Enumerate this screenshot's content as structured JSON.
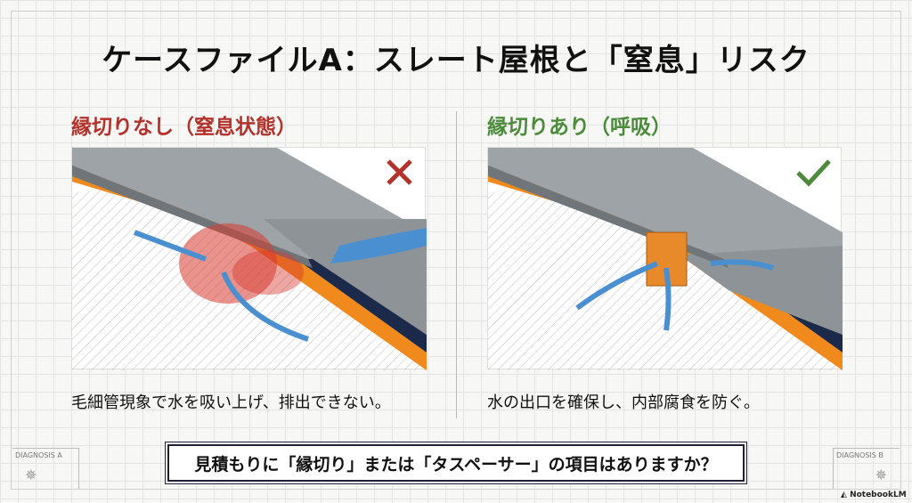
{
  "title": "ケースファイルA：スレート屋根と「窒息」リスク",
  "left": {
    "heading": "縁切りなし（窒息状態）",
    "caption": "毛細管現象で水を吸い上げ、排出できない。",
    "mark_icon": "cross-icon",
    "mark_color": "#b3322b"
  },
  "right": {
    "heading": "縁切りあり（呼吸）",
    "caption": "水の出口を確保し、内部腐食を防ぐ。",
    "mark_icon": "check-icon",
    "mark_color": "#4c8b3b"
  },
  "question": "見積もりに「縁切り」または「タスペーサー」の項目はありますか？",
  "diagnosis_a": "DIAGNOSIS  A",
  "diagnosis_b": "DIAGNOSIS  B",
  "brand": "NotebookLM",
  "colors": {
    "slate": "#9ea3a8",
    "underlay": "#1b2a4a",
    "orange": "#f08a1c",
    "water": "#4a90d0",
    "danger": "#d83a2e"
  }
}
